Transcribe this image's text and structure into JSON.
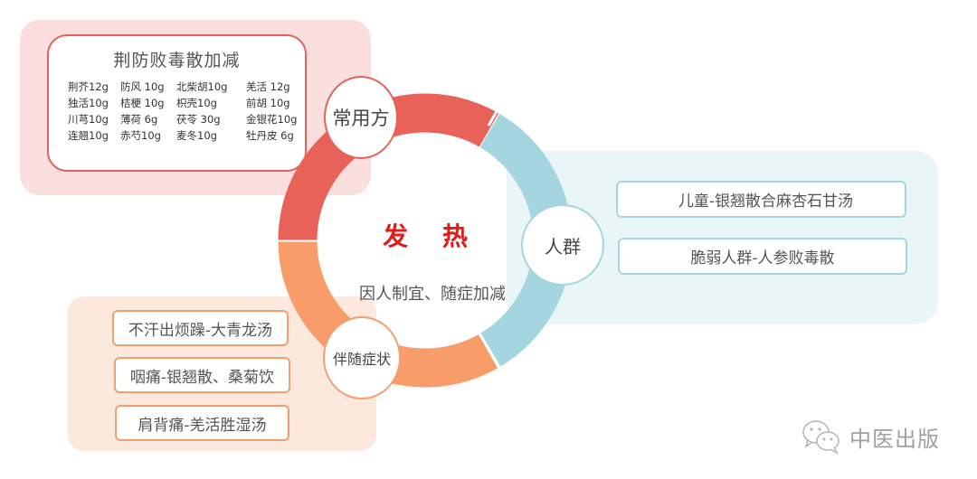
{
  "diagram": {
    "center": {
      "title": "发 热",
      "subtitle": "因人制宜、随症加减"
    },
    "colors": {
      "red": "#e9625a",
      "teal": "#a5d6df",
      "orange": "#f89c69",
      "title_red": "#e01b1b",
      "pink_panel": "#fbdfdf",
      "teal_panel": "#eaf5f8",
      "orange_panel": "#fde8de"
    },
    "nodes": {
      "common_formula": "常用方",
      "population": "人群",
      "symptoms": "伴随症状"
    },
    "formula": {
      "title": "荆防败毒散加减",
      "herbs": [
        "荆芥12g",
        "防风 10g",
        "北柴胡10g",
        "羌活 12g",
        "独活10g",
        "桔梗 10g",
        "枳壳10g",
        "前胡 10g",
        "川芎10g",
        "薄荷 6g",
        "茯苓 30g",
        "金银花10g",
        "连翘10g",
        "赤芍10g",
        "麦冬10g",
        "牡丹皮 6g"
      ]
    },
    "population_items": [
      "儿童-银翘散合麻杏石甘汤",
      "脆弱人群-人参败毒散"
    ],
    "symptom_items": [
      "不汗出烦躁-大青龙汤",
      "咽痛-银翘散、桑菊饮",
      "肩背痛-羌活胜湿汤"
    ]
  },
  "watermark": {
    "icon": "wechat-icon",
    "text": "中医出版"
  }
}
